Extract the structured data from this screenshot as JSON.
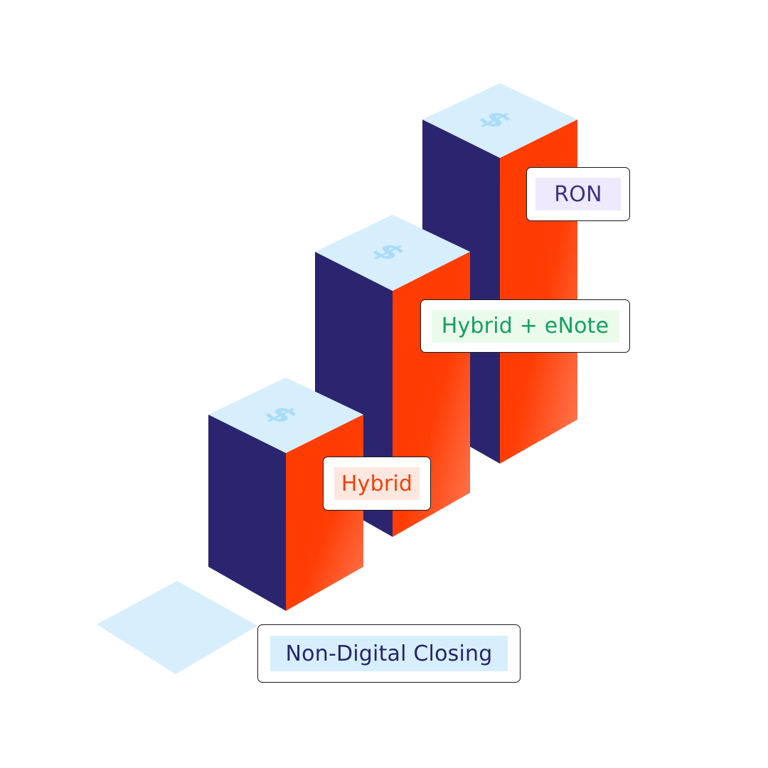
{
  "labels": {
    "ron": "RON",
    "hybrid_enote": "Hybrid + eNote",
    "hybrid": "Hybrid",
    "non_digital": "Non-Digital Closing"
  },
  "icons": {
    "bar_top": "dollar-sign-icon"
  },
  "colors": {
    "bar_left_face": "#2b2570",
    "bar_right_face_start": "#ff3b00",
    "bar_right_face_end": "#ff7a55",
    "bar_top_face": "#d7eefc",
    "dollar_sign": "#a9dcf9",
    "ron_chip_bg": "#efe9fd",
    "ron_text": "#3a3680",
    "hybrid_enote_chip_bg": "#eafbec",
    "hybrid_enote_text": "#13a05e",
    "hybrid_chip_bg": "#fde7df",
    "hybrid_text": "#f2410a",
    "non_digital_chip_bg": "#d7eefc",
    "non_digital_text": "#26246a"
  }
}
